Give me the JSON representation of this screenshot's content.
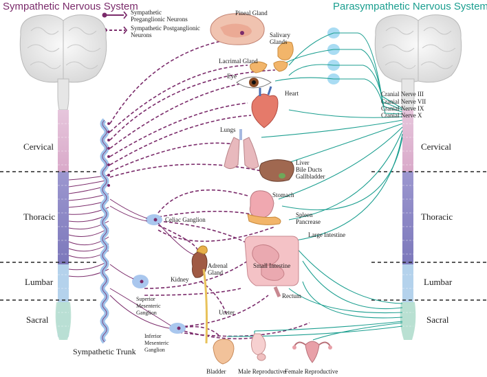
{
  "header": {
    "left_title": "Sympathetic Nervous System",
    "right_title": "Parasympathetic Nervous System"
  },
  "legend": {
    "preganglionic": "Sympathetic\nPreganglionic Neurons",
    "postganglionic": "Sympathetic Postganglionic\nNeurons"
  },
  "spinal_segments_left": [
    "Cervical",
    "Thoracic",
    "Lumbar",
    "Sacral"
  ],
  "spinal_segments_right": [
    "Cervical",
    "Thoracic",
    "Lumbar",
    "Sacral"
  ],
  "sympathetic_trunk_label": "Sympathetic Trunk",
  "ganglia": {
    "celiac": "Celiac Ganglion",
    "superior_mesenteric": "Superior\nMesenteric\nGanglion",
    "inferior_mesenteric": "Inferior\nMesenteric\nGanglion"
  },
  "organs": {
    "pineal": "Pineal Gland",
    "salivary": "Salivary\nGlands",
    "lacrimal": "Lacrimal Gland",
    "eye": "Eye",
    "heart": "Heart",
    "lungs": "Lungs",
    "liver": "Liver\nBile Ducts\nGallbladder",
    "stomach": "Stomach",
    "spleen": "Spleen\nPancrease",
    "large_intestine": "Large Intestine",
    "small_intestine": "Small Intestine",
    "adrenal": "Adrenal\nGland",
    "kidney": "Kidney",
    "ureter": "Ureter",
    "rectum": "Rectum",
    "bladder": "Bladder",
    "male_reproductive": "Male Reproductive",
    "female_reproductive": "Female Reproductive"
  },
  "cranial_nerves": [
    "Cranial Nerve III",
    "Cranial Nerve VII",
    "Cranial Nerve IX",
    "Cranial Nerve X"
  ],
  "colors": {
    "sympathetic": "#7a2a6a",
    "parasympathetic": "#1a9e8f",
    "cervical": "#d9a9c9",
    "thoracic": "#8a86c4",
    "lumbar": "#b4d2ec",
    "sacral": "#b9e0d2",
    "ganglion": "#a9c7ee"
  }
}
